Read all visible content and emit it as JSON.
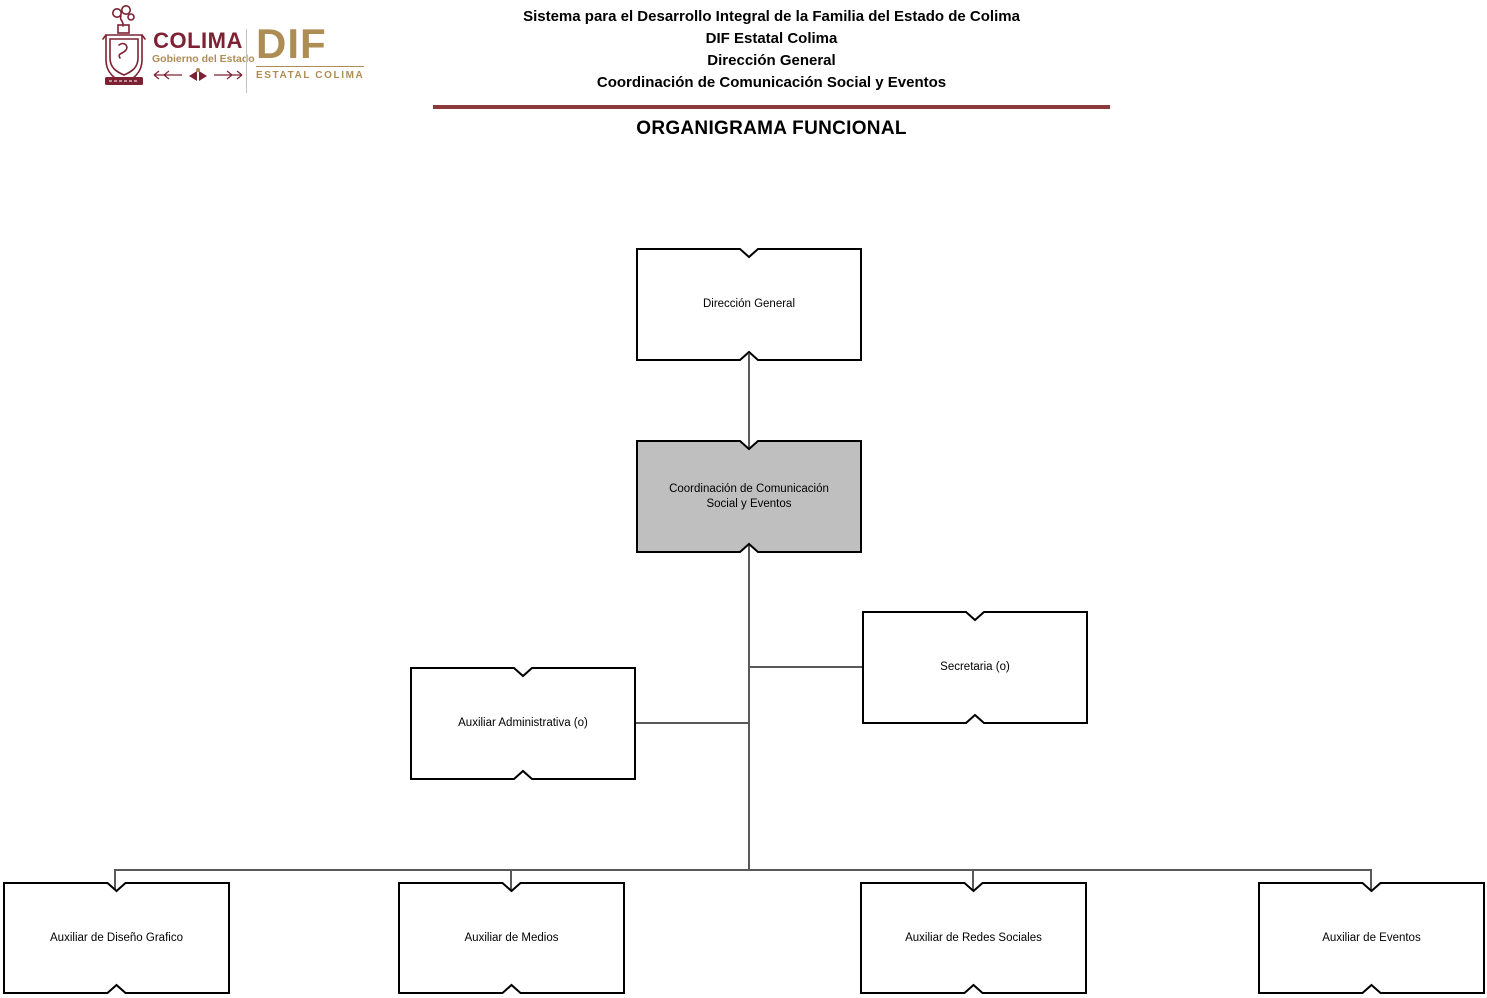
{
  "header": {
    "lines": [
      "Sistema para el Desarrollo Integral de la Familia del Estado de Colima",
      "DIF Estatal Colima",
      "Dirección General",
      "Coordinación de Comunicación Social y Eventos"
    ],
    "title": "ORGANIGRAMA FUNCIONAL"
  },
  "logo": {
    "colima_wordmark": "COLIMA",
    "colima_subtitle": "Gobierno del Estado",
    "dif_wordmark": "DIF",
    "dif_subtitle": "ESTATAL COLIMA",
    "colors": {
      "maroon": "#7E2233",
      "gold": "#AE8D55"
    }
  },
  "chart": {
    "nodes": [
      {
        "id": "direccion-general",
        "label": "Dirección General",
        "parent": null
      },
      {
        "id": "coordinacion-comunicacion",
        "label": "Coordinación de Comunicación Social y Eventos",
        "parent": "direccion-general",
        "highlighted": true
      },
      {
        "id": "secretaria",
        "label": "Secretaria (o)",
        "parent": "coordinacion-comunicacion"
      },
      {
        "id": "auxiliar-administrativa",
        "label": "Auxiliar Administrativa (o)",
        "parent": "coordinacion-comunicacion"
      },
      {
        "id": "auxiliar-diseno-grafico",
        "label": "Auxiliar de Diseño Grafico",
        "parent": "coordinacion-comunicacion"
      },
      {
        "id": "auxiliar-medios",
        "label": "Auxiliar de Medios",
        "parent": "coordinacion-comunicacion"
      },
      {
        "id": "auxiliar-redes-sociales",
        "label": "Auxiliar de Redes Sociales",
        "parent": "coordinacion-comunicacion"
      },
      {
        "id": "auxiliar-eventos",
        "label": "Auxiliar de Eventos",
        "parent": "coordinacion-comunicacion"
      }
    ],
    "colors": {
      "node_fill": "#ffffff",
      "highlight_fill": "#BFBFBF",
      "border": "#000000",
      "connector": "#595959",
      "rule": "#8B3A3A"
    }
  }
}
